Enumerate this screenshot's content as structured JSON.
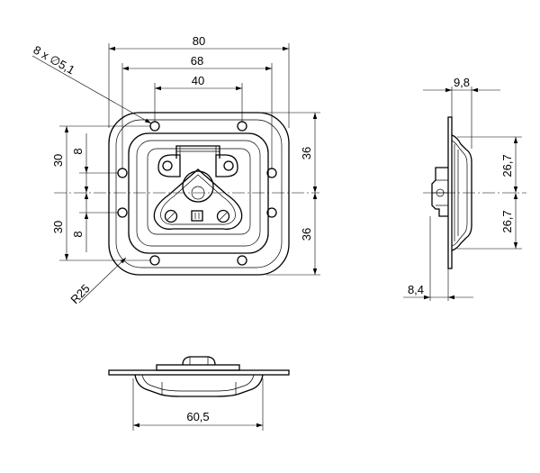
{
  "front_view": {
    "dims": {
      "width_80": "80",
      "width_68": "68",
      "width_40": "40",
      "holes": "8 x ∅5,1",
      "left_30_top": "30",
      "left_8_top": "8",
      "left_30_bottom": "30",
      "left_8_bottom": "8",
      "right_36_top": "36",
      "right_36_bottom": "36",
      "radius": "R25"
    }
  },
  "side_view": {
    "dims": {
      "depth_9_8": "9,8",
      "height_26_7_top": "26,7",
      "height_26_7_bottom": "26,7",
      "thickness_8_4": "8,4"
    }
  },
  "bottom_view": {
    "dims": {
      "width_60_5": "60,5"
    }
  }
}
